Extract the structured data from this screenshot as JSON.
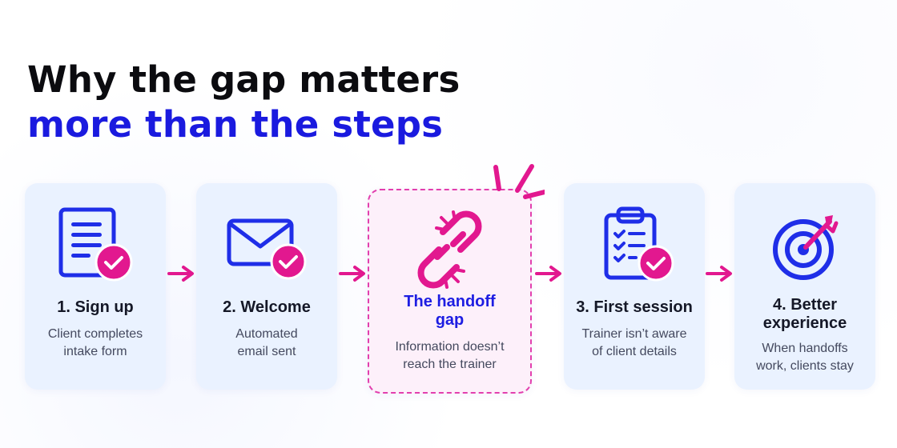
{
  "title": {
    "line1": "Why the gap matters",
    "line2": "more than the steps"
  },
  "colors": {
    "blue": "#1a1adf",
    "pink": "#e2188f",
    "card_bg": "#eaf2ff",
    "gap_bg": "#fdf0fa",
    "text": "#151827"
  },
  "steps": [
    {
      "icon": "form-check-icon",
      "title": "1. Sign up",
      "description": "Client completes\nintake form"
    },
    {
      "icon": "mail-check-icon",
      "title": "2. Welcome",
      "description": "Automated\nemail sent"
    },
    {
      "icon": "broken-link-icon",
      "title": "The handoff\ngap",
      "description": "Information doesn’t\nreach the trainer"
    },
    {
      "icon": "clipboard-check-icon",
      "title": "3. First session",
      "description": "Trainer isn’t aware\nof client details"
    },
    {
      "icon": "target-icon",
      "title": "4. Better\nexperience",
      "description": "When handoffs\nwork, clients stay"
    }
  ]
}
